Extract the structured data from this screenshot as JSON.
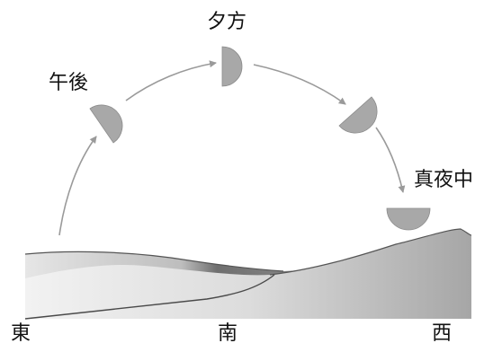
{
  "labels": {
    "afternoon": "午後",
    "evening": "夕方",
    "midnight": "真夜中",
    "east": "東",
    "south": "南",
    "west": "西"
  },
  "colors": {
    "moon": "#a8a8a8",
    "arrow": "#9a9a9a",
    "hill_light": "#d9d9d9",
    "hill_dark": "#7a7a7a",
    "hill_edge": "#555555"
  }
}
